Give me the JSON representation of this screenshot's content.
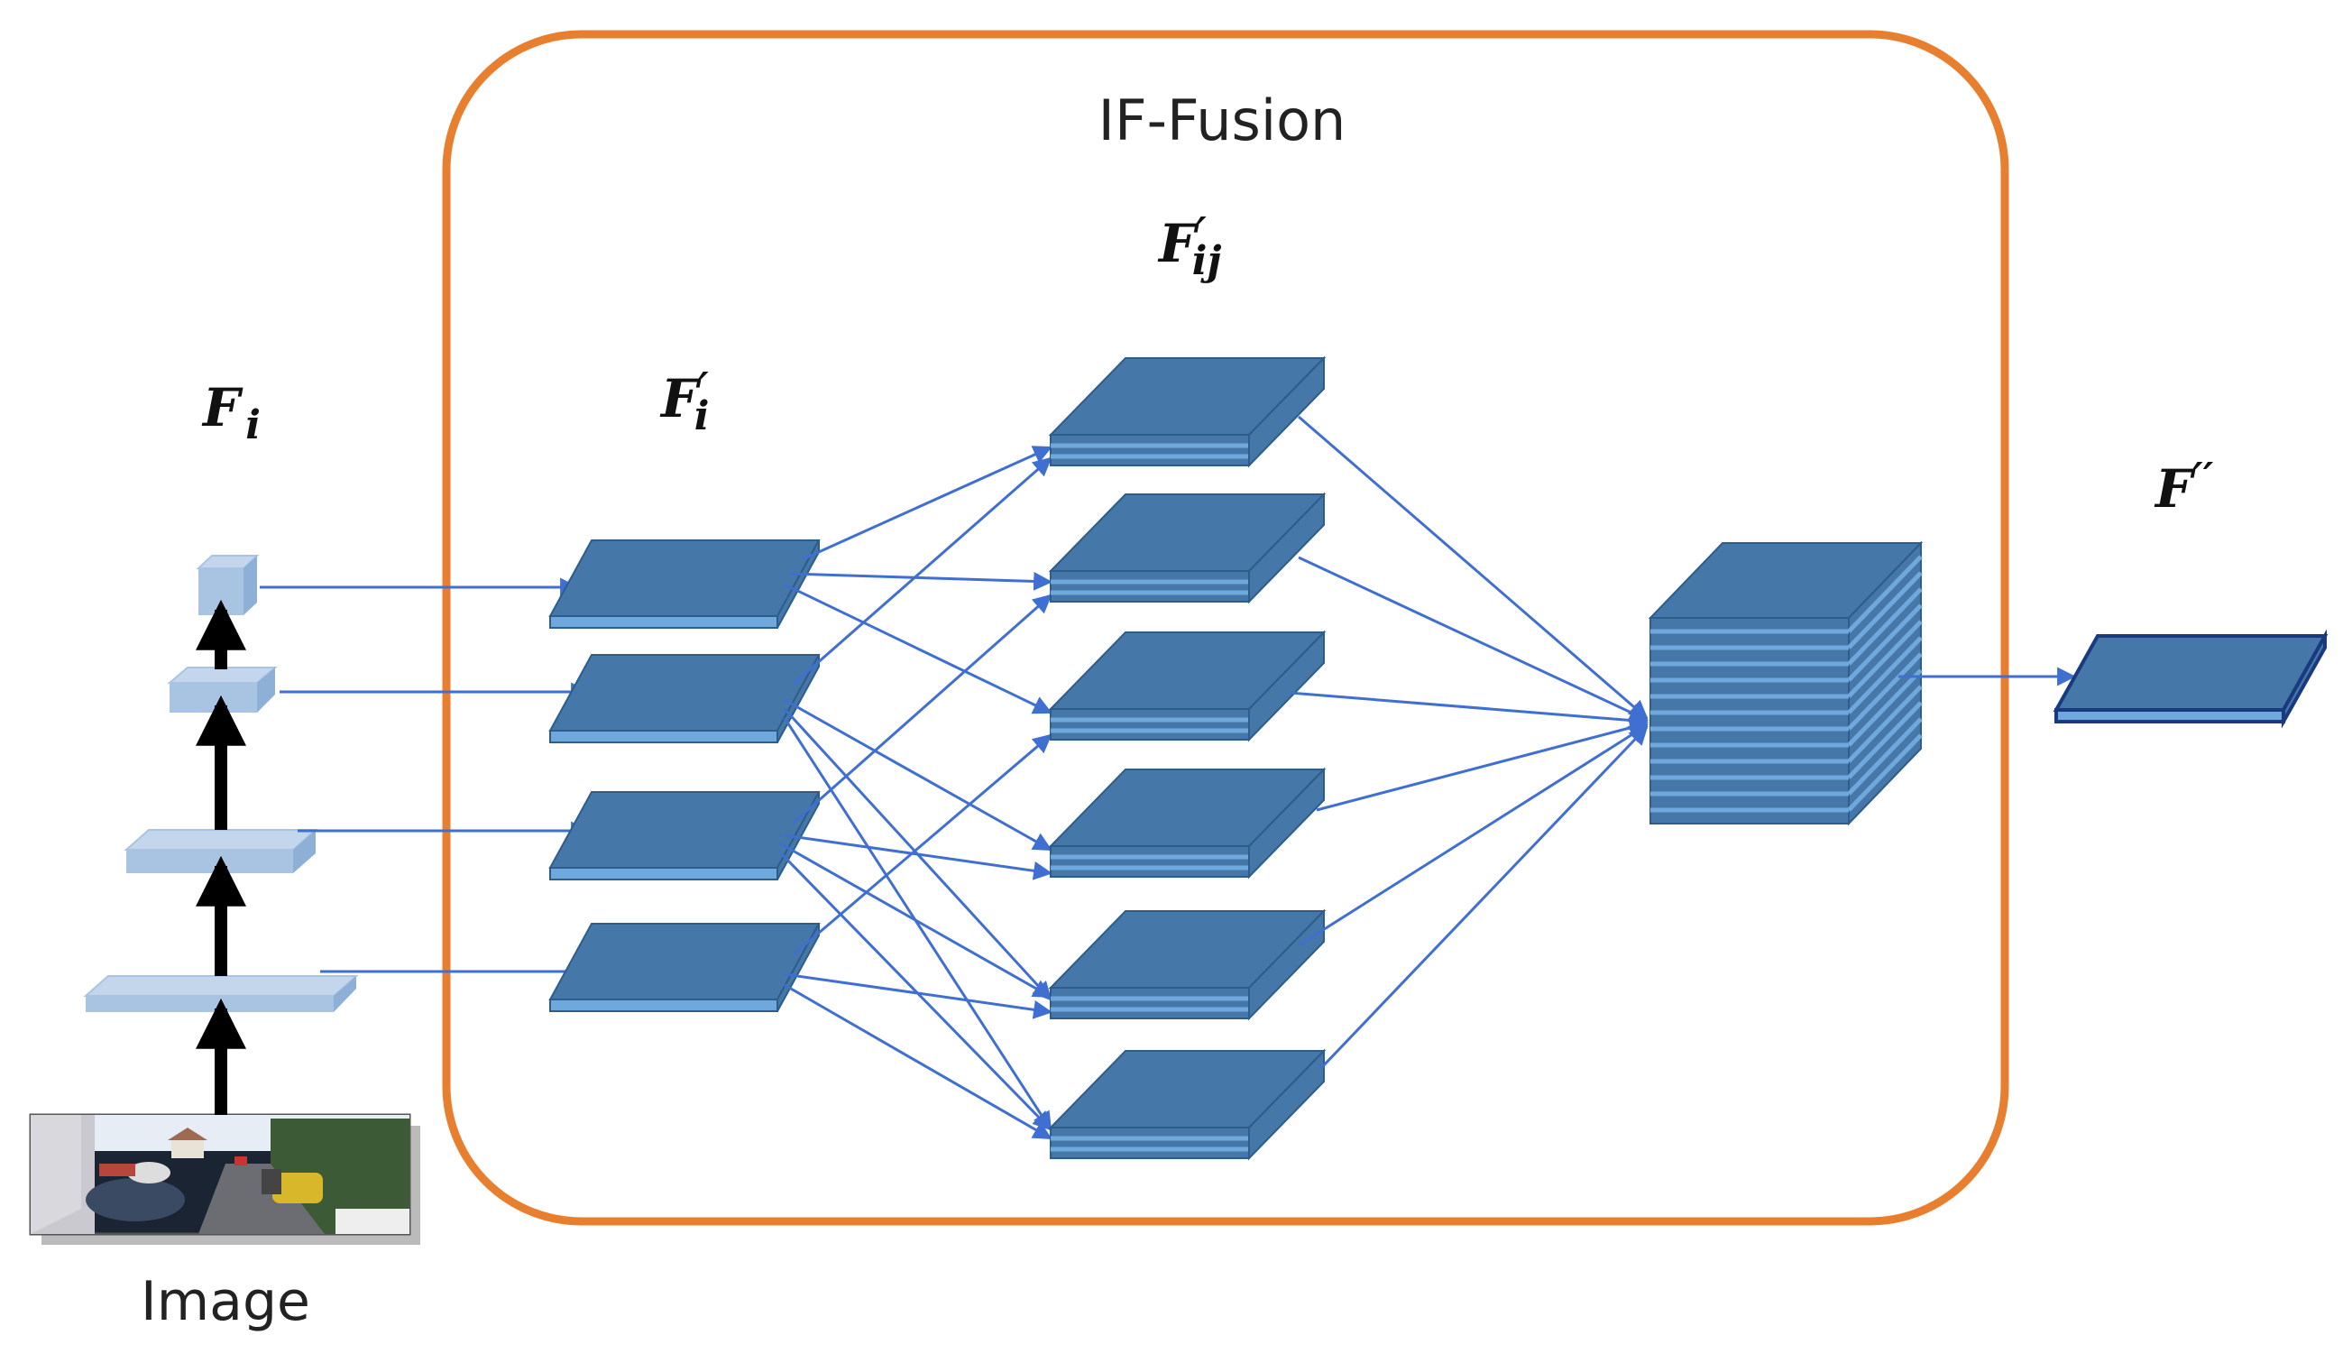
{
  "title": "IF-Fusion",
  "image_label": "Image",
  "labels": {
    "fi": {
      "base": "F",
      "sub": "i"
    },
    "fi_prime": {
      "base": "F",
      "prime": "′",
      "sub": "i"
    },
    "fij_prime": {
      "base": "F",
      "prime": "′",
      "sub": "ij"
    },
    "f_double_prime": {
      "base": "F",
      "prime": "′′"
    }
  },
  "colors": {
    "frame": "#e87f2e",
    "slab_fill": "#4577a8",
    "slab_edge": "#2d5d8a",
    "slab_stripe": "#6fa8dd",
    "pyramid": "#a9c4e2",
    "pyramid_edge": "#86a9d2",
    "arrow": "#3f6fd1",
    "backbone": "#000000",
    "output_edge": "#1a3a80"
  },
  "diagram": {
    "stages": [
      "pyramid",
      "fi_prime_layers",
      "fij_prime_layers",
      "fused_stack",
      "output"
    ],
    "pyramid_levels": 4,
    "fi_prime_layers": 4,
    "fij_prime_layers": 6,
    "connections_fi_prime_to_fij_prime": [
      [
        0,
        0
      ],
      [
        0,
        1
      ],
      [
        0,
        2
      ],
      [
        1,
        0
      ],
      [
        1,
        3
      ],
      [
        1,
        4
      ],
      [
        1,
        5
      ],
      [
        2,
        1
      ],
      [
        2,
        3
      ],
      [
        2,
        4
      ],
      [
        2,
        5
      ],
      [
        3,
        2
      ],
      [
        3,
        4
      ],
      [
        3,
        5
      ]
    ]
  }
}
